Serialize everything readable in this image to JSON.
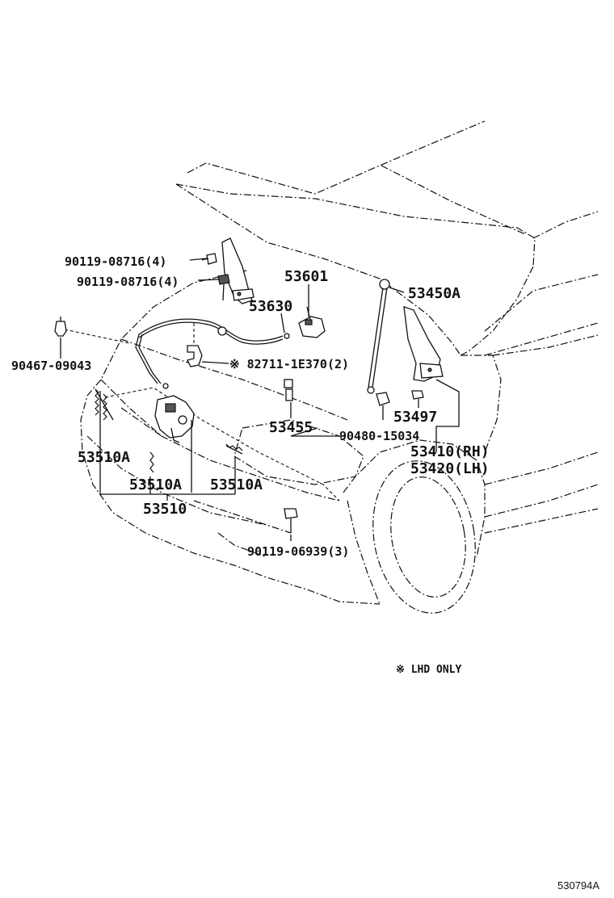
{
  "figure_id": "530794A",
  "note": "※ LHD ONLY",
  "labels": {
    "p_90119_08716_a": "90119-08716(4)",
    "p_90119_08716_b": "90119-08716(4)",
    "p_53601": "53601",
    "p_53630": "53630",
    "p_53450a": "53450A",
    "p_90467_09043": "90467-09043",
    "p_82711": "※ 82711-1E370(2)",
    "p_53455": "53455",
    "p_53497": "53497",
    "p_90480_15034": "90480-15034",
    "p_53410": "53410(RH)",
    "p_53420": "53420(LH)",
    "p_53510a_left": "53510A",
    "p_53510a_mid": "53510A",
    "p_53510a_right": "53510A",
    "p_53510": "53510",
    "p_90119_06939": "90119-06939(3)"
  }
}
